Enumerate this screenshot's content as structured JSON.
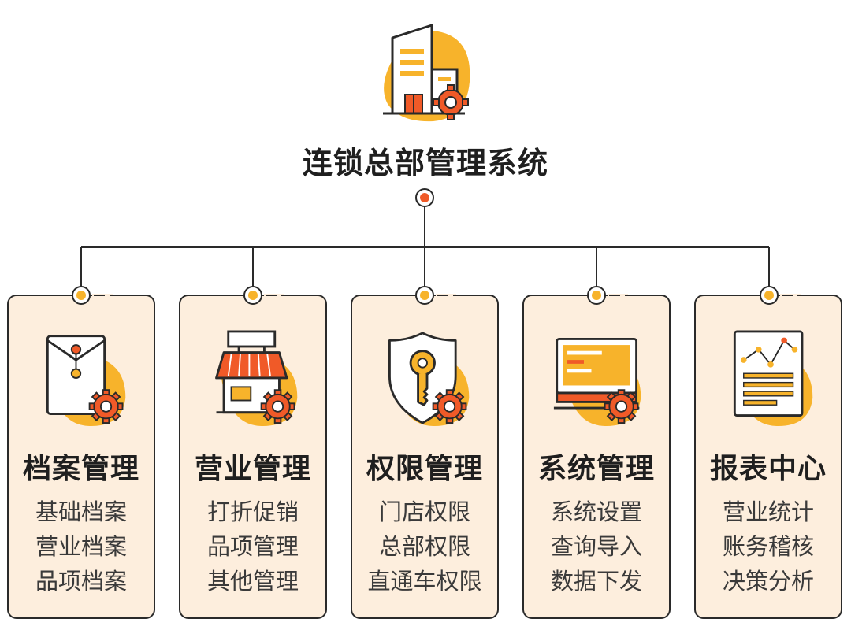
{
  "title": "连锁总部管理系统",
  "colors": {
    "accent": "#f7b32b",
    "red": "#f05a28",
    "line": "#2a2a2a",
    "card_bg": "#fdeedd"
  },
  "icons": {
    "hq": "building-gear-icon"
  },
  "modules": [
    {
      "icon": "folder-gear-icon",
      "title": "档案管理",
      "items": [
        "基础档案",
        "营业档案",
        "品项档案"
      ]
    },
    {
      "icon": "store-gear-icon",
      "title": "营业管理",
      "items": [
        "打折促销",
        "品项管理",
        "其他管理"
      ]
    },
    {
      "icon": "shield-key-gear-icon",
      "title": "权限管理",
      "items": [
        "门店权限",
        "总部权限",
        "直通车权限"
      ]
    },
    {
      "icon": "monitor-gear-icon",
      "title": "系统管理",
      "items": [
        "系统设置",
        "查询导入",
        "数据下发"
      ]
    },
    {
      "icon": "report-chart-icon",
      "title": "报表中心",
      "items": [
        "营业统计",
        "账务稽核",
        "决策分析"
      ]
    }
  ]
}
